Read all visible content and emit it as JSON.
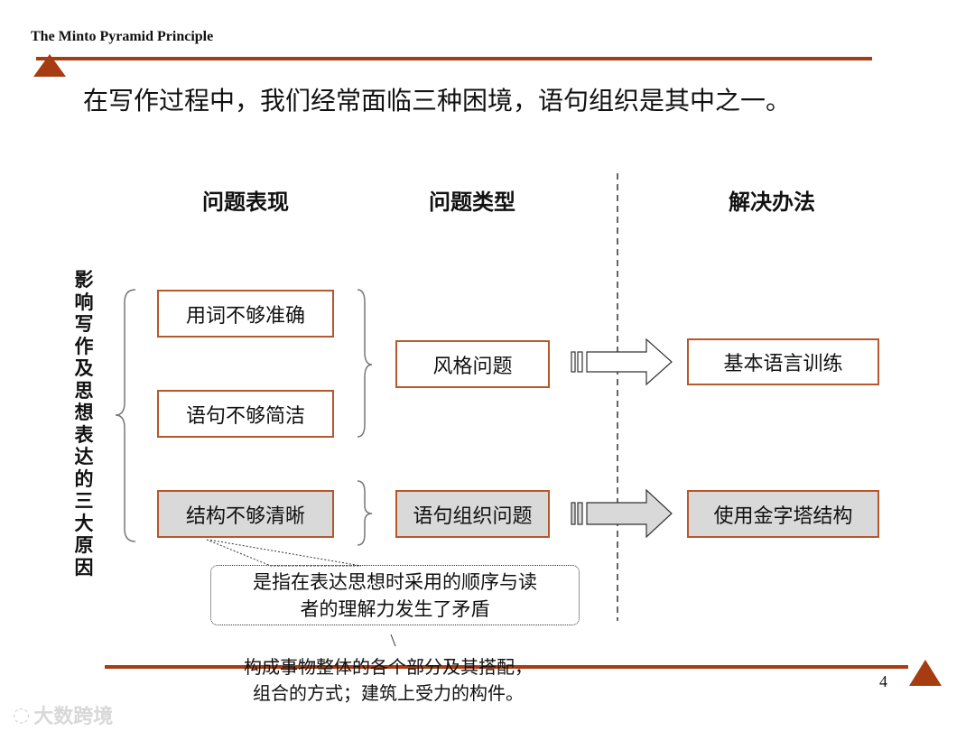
{
  "header": {
    "title": "The Minto Pyramid Principle"
  },
  "subtitle": "在写作过程中，我们经常面临三种困境，语句组织是其中之一。",
  "columns": {
    "symptoms": "问题表现",
    "types": "问题类型",
    "solutions": "解决办法"
  },
  "left_label": "影响写作及思想表达的三大原因",
  "symptoms": [
    "用词不够准确",
    "语句不够简洁",
    "结构不够清晰"
  ],
  "types": [
    "风格问题",
    "语句组织问题"
  ],
  "solutions": [
    "基本语言训练",
    "使用金字塔结构"
  ],
  "callout": {
    "line1": "是指在表达思想时采用的顺序与读",
    "line2": "者的理解力发生了矛盾"
  },
  "note": {
    "line1": "构成事物整体的各个部分及其搭配，",
    "line2": "组合的方式；建筑上受力的构件。"
  },
  "page_number": "4",
  "watermark": "大数跨境",
  "colors": {
    "accent": "#a63c12",
    "box_border": "#b8572a",
    "highlight_fill": "#d9d9d9"
  }
}
